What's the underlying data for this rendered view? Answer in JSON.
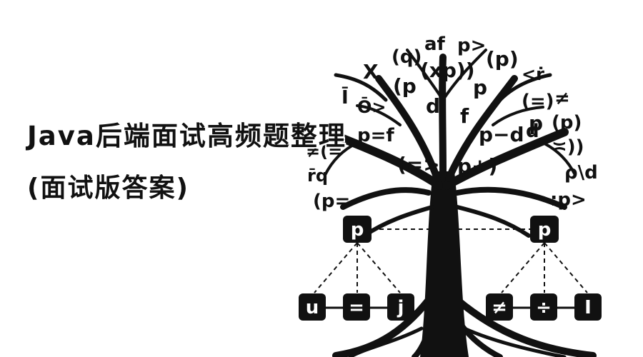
{
  "title": "Java后端面试高频题整理",
  "subtitle": "(面试版答案)",
  "illustration": {
    "name": "symbol-tree-icon",
    "floating_symbols": [
      "(q)",
      "af",
      "p>",
      "(p)",
      "X",
      "(xp))",
      "(p",
      "<ṙ",
      "Ī",
      "Ō>",
      "d",
      "p",
      "(=)",
      "≠",
      "f",
      "p",
      "(p)",
      "p=f",
      "p−d",
      "d",
      "≠(=",
      "(=>",
      "p+)",
      "≍))",
      "r̄q",
      "ρ\\d",
      "(p=",
      ":p>"
    ],
    "parent_nodes": [
      "p",
      "p"
    ],
    "left_children": [
      "u",
      "=",
      "j"
    ],
    "right_children": [
      "≠",
      "÷",
      "I"
    ]
  }
}
